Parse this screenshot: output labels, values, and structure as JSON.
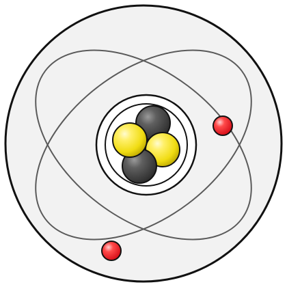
{
  "diagram": {
    "subject": "helium-atom",
    "nucleus": {
      "protons": 2,
      "neutrons": 2,
      "proton_color": "#f2e21e",
      "neutron_color": "#3b3b3b"
    },
    "electrons": {
      "count": 2,
      "color": "#e0141e"
    },
    "orbits": 2,
    "colors": {
      "outline": "#111111",
      "orbit": "#5a5a5a",
      "background_disc": "#f2f2f2",
      "inner_ring_fill": "#ffffff"
    }
  }
}
